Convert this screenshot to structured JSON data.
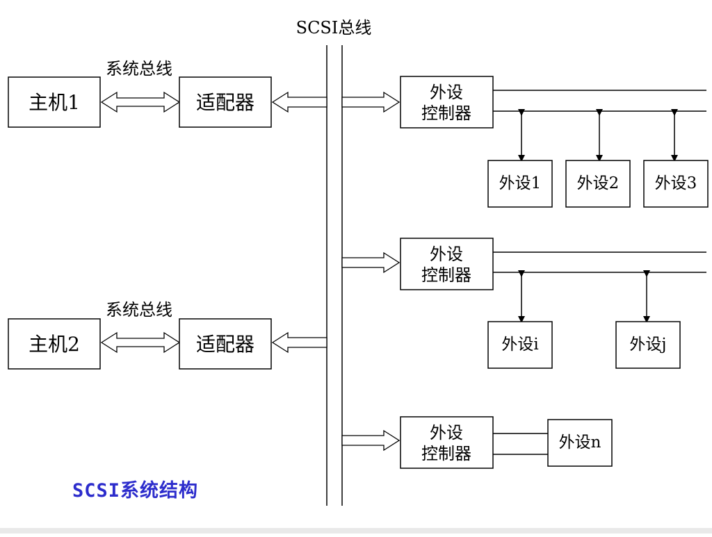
{
  "diagram": {
    "bus_label": "SCSI总线",
    "system_bus_label": "系统总线",
    "hosts": [
      {
        "label": "主机1"
      },
      {
        "label": "主机2"
      }
    ],
    "adapters": [
      {
        "label": "适配器"
      },
      {
        "label": "适配器"
      }
    ],
    "controllers": [
      {
        "line1": "外设",
        "line2": "控制器"
      },
      {
        "line1": "外设",
        "line2": "控制器"
      },
      {
        "line1": "外设",
        "line2": "控制器"
      }
    ],
    "devices": {
      "group1": [
        "外设1",
        "外设2",
        "外设3"
      ],
      "group2": [
        "外设i",
        "外设j"
      ],
      "group3": [
        "外设n"
      ]
    },
    "caption": "SCSI系统结构",
    "caption_color": "#2c2ccc"
  }
}
